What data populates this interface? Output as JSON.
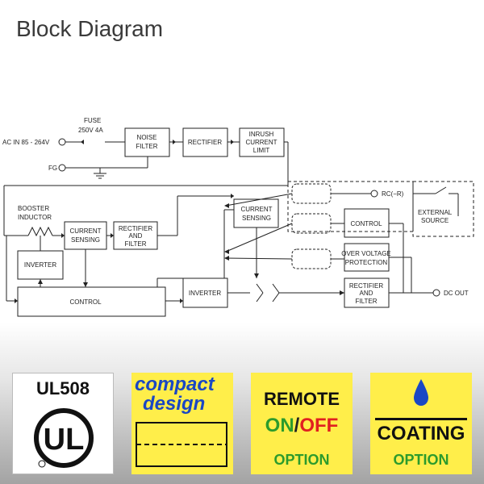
{
  "title": "Block Diagram",
  "diagram": {
    "ac_in": "AC IN 85 - 264V",
    "fg": "FG",
    "fuse_line1": "FUSE",
    "fuse_line2": "250V 4A",
    "noise_filter": [
      "NOISE",
      "FILTER"
    ],
    "rectifier": "RECTIFIER",
    "inrush": [
      "INRUSH",
      "CURRENT",
      "LIMIT"
    ],
    "booster": [
      "BOOSTER",
      "INDUCTOR"
    ],
    "current_sensing": [
      "CURRENT",
      "SENSING"
    ],
    "rectifier_filter": [
      "RECTIFIER",
      "AND",
      "FILTER"
    ],
    "inverter": "INVERTER",
    "control": "CONTROL",
    "over_voltage": [
      "OVER VOLTAGE",
      "PROTECTION"
    ],
    "rc": "RC(−R)",
    "external_source": [
      "EXTERNAL",
      "SOURCE"
    ],
    "dc_out": "DC OUT"
  },
  "badges": {
    "ul_label": "UL508",
    "ul_mark": "UL",
    "compact_line1": "compact",
    "compact_line2": "design",
    "remote_line1": "REMOTE",
    "remote_on": "ON",
    "remote_slash": "/",
    "remote_off": "OFF",
    "remote_option": "OPTION",
    "coating_label": "COATING",
    "coating_option": "OPTION"
  },
  "colors": {
    "badge_yellow": "#ffee4a",
    "compact_blue": "#1a47c4",
    "option_green": "#2c9b2c",
    "off_red": "#e12020"
  }
}
